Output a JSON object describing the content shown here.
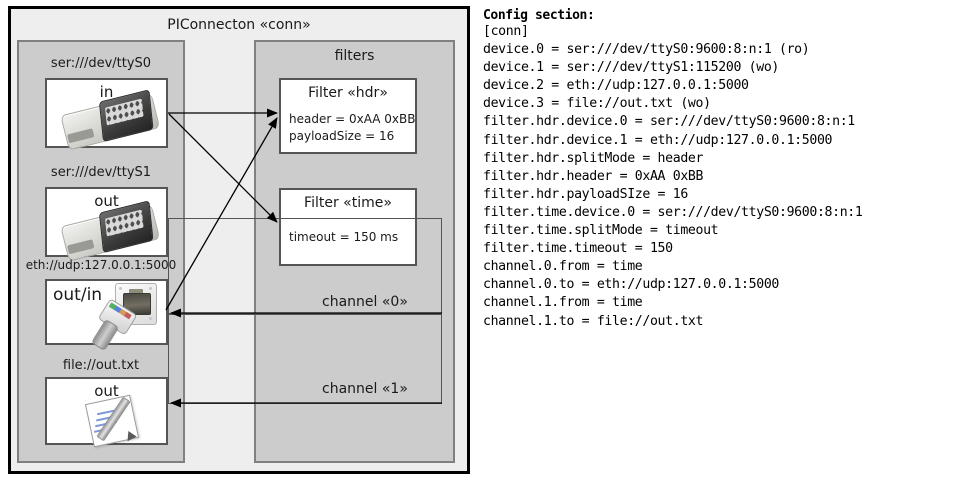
{
  "diagram": {
    "title": "PIConnecton «conn»",
    "devices_group": {
      "title": ""
    },
    "filters_group": {
      "title": "filters"
    },
    "devices": [
      {
        "label": "ser:///dev/ttyS0",
        "direction": "in",
        "icon": "serial-port-icon"
      },
      {
        "label": "ser:///dev/ttyS1",
        "direction": "out",
        "icon": "serial-port-icon"
      },
      {
        "label": "eth://udp:127.0.0.1:5000",
        "direction": "out/in",
        "icon": "ethernet-jack-icon"
      },
      {
        "label": "file://out.txt",
        "direction": "out",
        "icon": "document-pen-icon"
      }
    ],
    "filters": [
      {
        "title": "Filter «hdr»",
        "props": [
          "header = 0xAA 0xBB",
          "payloadSize = 16"
        ]
      },
      {
        "title": "Filter «time»",
        "props": [
          "timeout = 150 ms"
        ]
      }
    ],
    "channels": [
      {
        "label": "channel «0»"
      },
      {
        "label": "channel «1»"
      }
    ]
  },
  "config": {
    "heading": "Config section:",
    "text": "[conn]\ndevice.0 = ser:///dev/ttyS0:9600:8:n:1 (ro)\ndevice.1 = ser:///dev/ttyS1:115200 (wo)\ndevice.2 = eth://udp:127.0.0.1:5000\ndevice.3 = file://out.txt (wo)\nfilter.hdr.device.0 = ser:///dev/ttyS0:9600:8:n:1\nfilter.hdr.device.1 = eth://udp:127.0.0.1:5000\nfilter.hdr.splitMode = header\nfilter.hdr.header = 0xAA 0xBB\nfilter.hdr.payloadSIze = 16\nfilter.time.device.0 = ser:///dev/ttyS0:9600:8:n:1\nfilter.time.splitMode = timeout\nfilter.time.timeout = 150\nchannel.0.from = time\nchannel.0.to = eth://udp:127.0.0.1:5000\nchannel.1.from = time\nchannel.1.to = file://out.txt"
  },
  "colors": {
    "frame_border": "#000000",
    "frame_fill": "#eeeeee",
    "group_fill": "#cccccc",
    "group_border": "#808080",
    "box_fill": "#ffffff",
    "box_border": "#555555",
    "text": "#1a1a1a"
  }
}
